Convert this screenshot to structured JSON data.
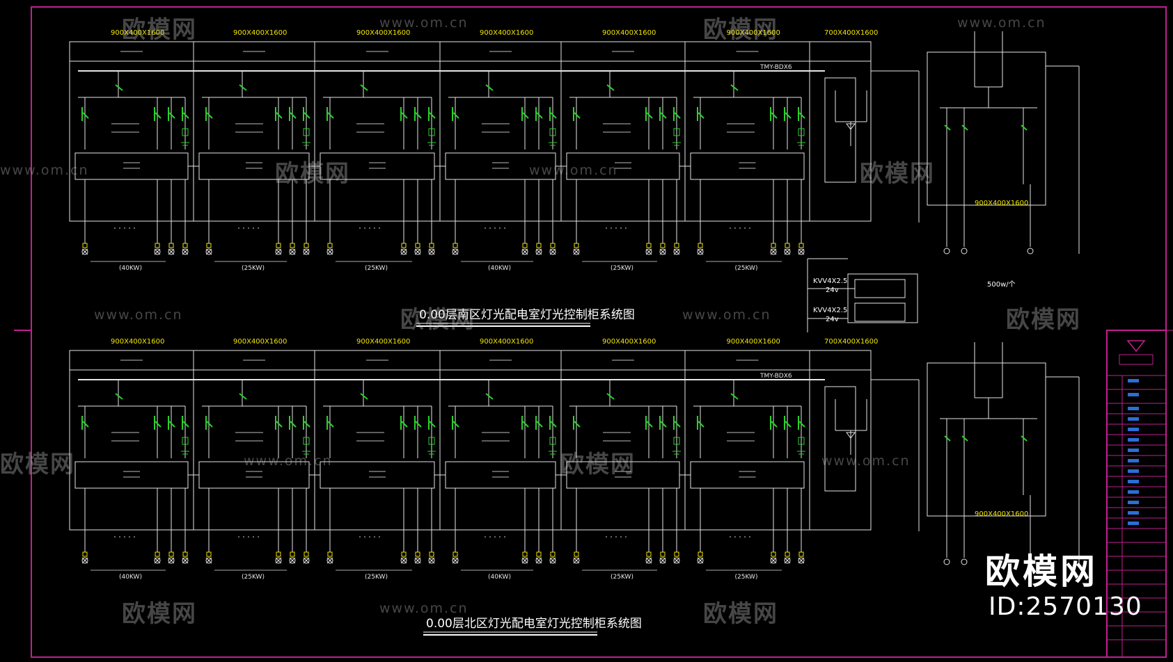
{
  "colors": {
    "frame": "#c0208f",
    "line": "#e6e6e6",
    "accent_green": "#2bd12b",
    "accent_yellow": "#f2e600",
    "label_white": "#ffffff",
    "titleblock_blue": "#2a6fd6"
  },
  "panel_dims": [
    "900X400X1600",
    "900X400X1600",
    "900X400X1600",
    "900X400X1600",
    "900X400X1600",
    "900X400X1600",
    "700X400X1600"
  ],
  "busbar_label": "TMY-BDX6",
  "right_panel_dim": "900X400X1600",
  "top_section": {
    "title": "0.00层南区灯光配电室灯光控制柜系统图"
  },
  "bottom_section": {
    "title": "0.00层北区灯光配电室灯光控制柜系统图"
  },
  "cable_labels": [
    "KVV4X2.5",
    "24v",
    "KVV4X2.5",
    "24v"
  ],
  "load_labels": [
    "(40KW)",
    "(25KW)",
    "(25KW)",
    "(40KW)",
    "(25KW)",
    "(25KW)"
  ],
  "right_unit_price": "500w/个",
  "watermark": {
    "cn": "欧模网",
    "url": "www.om.cn"
  },
  "brand": {
    "name": "欧模网",
    "id": "ID:2570130"
  }
}
